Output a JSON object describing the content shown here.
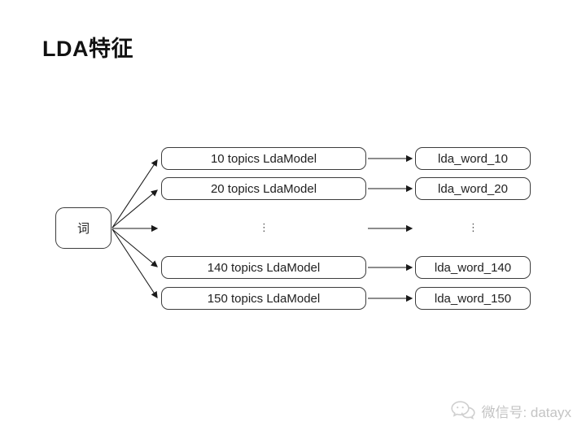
{
  "title": "LDA特征",
  "diagram": {
    "source": {
      "label": "词"
    },
    "rows": [
      {
        "model": "10 topics LdaModel",
        "output": "lda_word_10"
      },
      {
        "model": "20 topics LdaModel",
        "output": "lda_word_20"
      },
      {
        "model": "140 topics LdaModel",
        "output": "lda_word_140"
      },
      {
        "model": "150 topics LdaModel",
        "output": "lda_word_150"
      }
    ],
    "ellipsis": "⋮"
  },
  "watermark": {
    "icon": "wechat-icon",
    "text": "微信号: datayx"
  },
  "colors": {
    "background": "#ffffff",
    "box_border": "#3c3c3c",
    "box_text": "#212121",
    "arrow": "#1a1a1a",
    "title_text": "#111111",
    "watermark_text": "#c4c4c4"
  }
}
